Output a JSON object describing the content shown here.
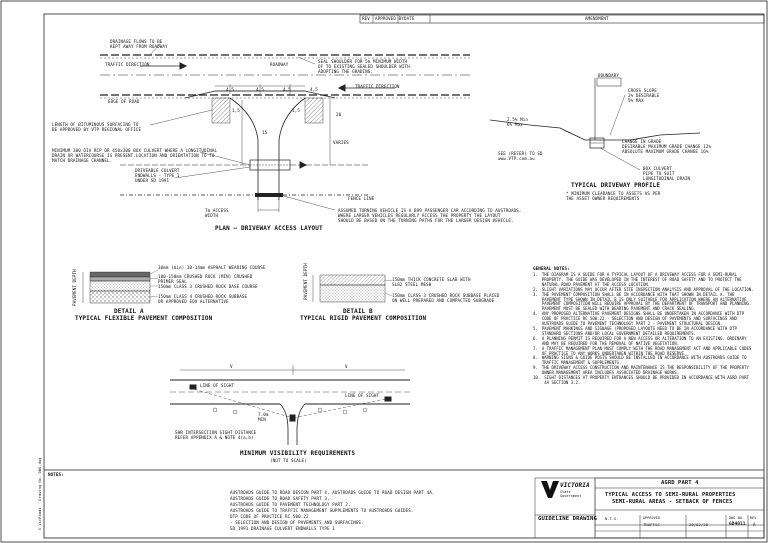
{
  "header_row": {
    "rev": "REV",
    "approved_by": "APPROVED BY",
    "date": "DATE",
    "amendment": "AMENDMENT"
  },
  "plan": {
    "title": "PLAN – DRIVEWAY ACCESS LAYOUT",
    "drainage_note": "DRAINAGE FLOWS TO BE\nKEPT AWAY FROM ROADWAY",
    "traffic_direction_left": "TRAFFIC DIRECTION",
    "traffic_direction_right": "TRAFFIC DIRECTION",
    "roadway": "ROADWAY",
    "edge_of_road": "EDGE OF ROAD",
    "seal_note": "SEAL SHOULDER FOR 5m MINIMUM WIDTH\nOF TO EXISTING SEALED SHOULDER WITH\nADOPTING THE GRADING.",
    "length_note": "LENGTH OF BITUMINOUS SURFACING TO\nBE APPROVED BY VTP REGIONAL OFFICE",
    "culvert_note": "MINIMUM 300 DIA RCP OR 450x300 BOX CULVERT WHERE A LONGITUDINAL\nDRAIN OR WATERCOURSE IS PRESENT.LOCATION AND ORIENTATION TO TO\nMATCH DRAINAGE CHANNEL.",
    "endwall_note": "DRIVEABLE CULVERT\nENDWALLS - TYPE 1\nUNDER SD 1991",
    "access_width": "7m ACCESS\nWIDTH",
    "fence_line": "FENCE LINE",
    "turning_note": "ASSUMED TURNING VEHICLE IS A B99 PASSENGER CAR ACCORDING TO AUSTROADS.\nWHERE LARGER VEHICLES REGULARLY ACCESS THE PROPERTY THE LAYOUT\nSHOULD BE BASED ON THE TURNING PATHS FOR THE LARGER DESIGN VEHICLE.",
    "dims": [
      "4,5",
      "4,5",
      "4,5",
      "4,5",
      "20",
      "1,5",
      "1,5",
      "15"
    ],
    "varies": "VARIES"
  },
  "profile": {
    "title": "TYPICAL DRIVEWAY PROFILE",
    "subtitle": "* MINIMUM CLEARANCE TO ASSETS AS PER\nTHE ASSET OWNER REQUIREMENTS",
    "boundary": "BOUNDARY",
    "cross_slope": "CROSS SLOPE\n2% DESIRABLE\n5% MAX",
    "slope_left": "2.5% Min\n6% Max",
    "change_note": "CHANGE IN GRADE\nDESIRABLE MAXIMUM GRADE CHANGE 12%\nABSOLUTE MAXIMUM GRADE CHANGE 16%",
    "box_culvert": "BOX CULVERT\nPIPE TO SUIT\nLONGITUDINAL DRAIN",
    "sd_note": "SEE (REFER) TO SD\nwww.VTP.com.au"
  },
  "detail_a": {
    "title1": "DETAIL A",
    "title2": "TYPICAL FLEXIBLE PAVEMENT COMPOSITION",
    "layer1": "30mm (min) 10-14mm ASPHALT WEARING COURSE",
    "layer2": "100-150mm CRUSHED ROCK (MIN) CRUSHED\nPRIMER SEAL",
    "layer3": "150mm CLASS 3 CRUSHED ROCK BASE COURSE",
    "layer4": "150mm CLASS 4 CRUSHED ROCK SUBBASE\nOR APPROVED EQV ALTERNATIVE",
    "side": "PAVEMENT DEPTH"
  },
  "detail_b": {
    "title1": "DETAIL B",
    "title2": "TYPICAL RIGID PAVEMENT COMPOSITION",
    "layer1": "150mm THICK CONCRETE SLAB WITH\nSL82 STEEL MESH",
    "layer2": "150mm CLASS 3 CRUSHED ROCK SUBBASE PLACED\nON WELL PREPARED AND COMPACTED SUBGRADE",
    "side": "PAVEMENT DEPTH"
  },
  "visibility": {
    "title": "MINIMUM VISIBILITY REQUIREMENTS",
    "subtitle": "(NOT TO SCALE)",
    "sight_note": "SHB INTERSECTION SIGHT DISTANCE\nREFER APPENDIX A & NOTE 4(a,b)",
    "line_of_sight": "LINE OF SIGHT",
    "v": "V",
    "dim": "7.0m\nMIN"
  },
  "general_notes": {
    "heading": "GENERAL NOTES:",
    "items": [
      "THE DIAGRAM IS A GUIDE FOR A TYPICAL LAYOUT OF A DRIVEWAY ACCESS FOR A SEMI-RURAL PROPERTY. THE GUIDE WAS DEVELOPED IN THE INTEREST OF ROAD SAFETY AND TO PROTECT THE NATURAL ROAD PAVEMENT AT THE ACCESS LOCATION.",
      "SLIGHT VARIATIONS MAY OCCUR AFTER SITE INSPECTION ANALYSIS AND APPROVAL OF THE LOCATION.",
      "THE PAVEMENT COMPOSITION SHALL BE IN ACCORDANCE WITH THAT SHOWN IN DETAIL A. THE PAVEMENT TYPE SHOWN IN DETAIL B IS ONLY SUITABLE FOR APPLICATION WHERE AN ALTERNATIVE PAVEMENT COMPOSITION WILL REQUIRE APPROVAL BY THE DEPARTMENT OF TRANSPORT AND PLANNING. PAVEMENT MUST BE SEALED WITH BEARING PAVEMENT AND CRACK SEALING.",
      "ANY PROPOSED ALTERNATIVE PAVEMENT DESIGNS SHALL BE UNDERTAKEN IN ACCORDANCE WITH DTP CODE OF PRACTICE RC 500.22 - SELECTION AND DESIGN OF PAVEMENTS AND SURFACINGS AND AUSTROADS GUIDE TO PAVEMENT TECHNOLOGY PART 2 - PAVEMENT STRUCTURAL DESIGN.",
      "PAVEMENT MARKINGS AND SIGNAGE (PROPOSED LAYOUTS NEED TO BE IN ACCORDANCE WITH DTP STANDARD SECTIONS AND/OR LOCAL GOVERNMENT DETAILED REQUIREMENTS.",
      "A PLANNING PERMIT IS REQUIRED FOR A NEW ACCESS OR ALTERATION TO AN EXISTING. ORDINARY AND MAY BE REQUIRED FOR THE REMOVAL OF NATIVE VEGETATION.",
      "A TRAFFIC MANAGEMENT PLAN MUST COMPLY WITH THE ROAD MANAGEMENT ACT AND APPLICABLE CODES OF PRACTICE TO ANY WORKS UNDERTAKEN WITHIN THE ROAD RESERVE.",
      "WARNING SIGNS & GUIDE POSTS SHOULD BE INSTALLED IN ACCORDANCE WITH AUSTROADS GUIDE TO TRAFFIC MANAGEMENT & SUPPLEMENTS.",
      "THE DRIVEWAY ACCESS CONSTRUCTION AND MAINTENANCE IS THE RESPONSIBILITY OF THE PROPERTY OWNER.MANAGEMENT AREA INCLUDES ASSOCIATED DRAINAGE WORKS.",
      "SIGHT DISTANCES AT PROPERTY ENTRANCES SHOULD BE PROVIDED IN ACCORDANCE WITH AGRD PART 4A SECTION 3.2."
    ]
  },
  "references": {
    "heading": "NOTES:",
    "lines": [
      "AUSTROADS GUIDE TO ROAD DESIGN PART 4, AUSTROADS GUIDE TO ROAD DESIGN PART 4A,",
      "AUSTROADS GUIDE TO ROAD SAFETY PART 3,",
      "AUSTROADS GUIDE TO PAVEMENT TECHNOLOGY PART 2,",
      "AUSTROADS GUIDE TO TRAFFIC MANAGEMENT SUPPLEMENTS TO AUSTROADS GUIDES.",
      "DTP CODE OF PRACTICE RC 500.22",
      "- SELECTION AND DESIGN OF PAVEMENTS AND SURFACINGS.",
      "SD 1991 DRAINAGE CULVERT ENDWALLS TYPE 1"
    ]
  },
  "title_block": {
    "agrd": "AGRD PART 4",
    "title1": "TYPICAL ACCESS TO SEMI-RURAL PROPERTIES",
    "title2": "SEMI-RURAL AREAS - SETBACK OF FENCES",
    "org": "VICTORIA",
    "org_sub": "State\nGovernment",
    "guideline": "GUIDELINE DRAWING",
    "approved_label": "APPROVED",
    "approved_val": "TRAFFIC",
    "date_val": "20/02/20",
    "dwg_label": "DWG NO.",
    "dwg_no": "GD4011",
    "rev_label": "REV",
    "rev_val": "A",
    "scale": "N.T.S."
  },
  "side_text": "© VicRoads   Drawing No. DWG.dwg"
}
